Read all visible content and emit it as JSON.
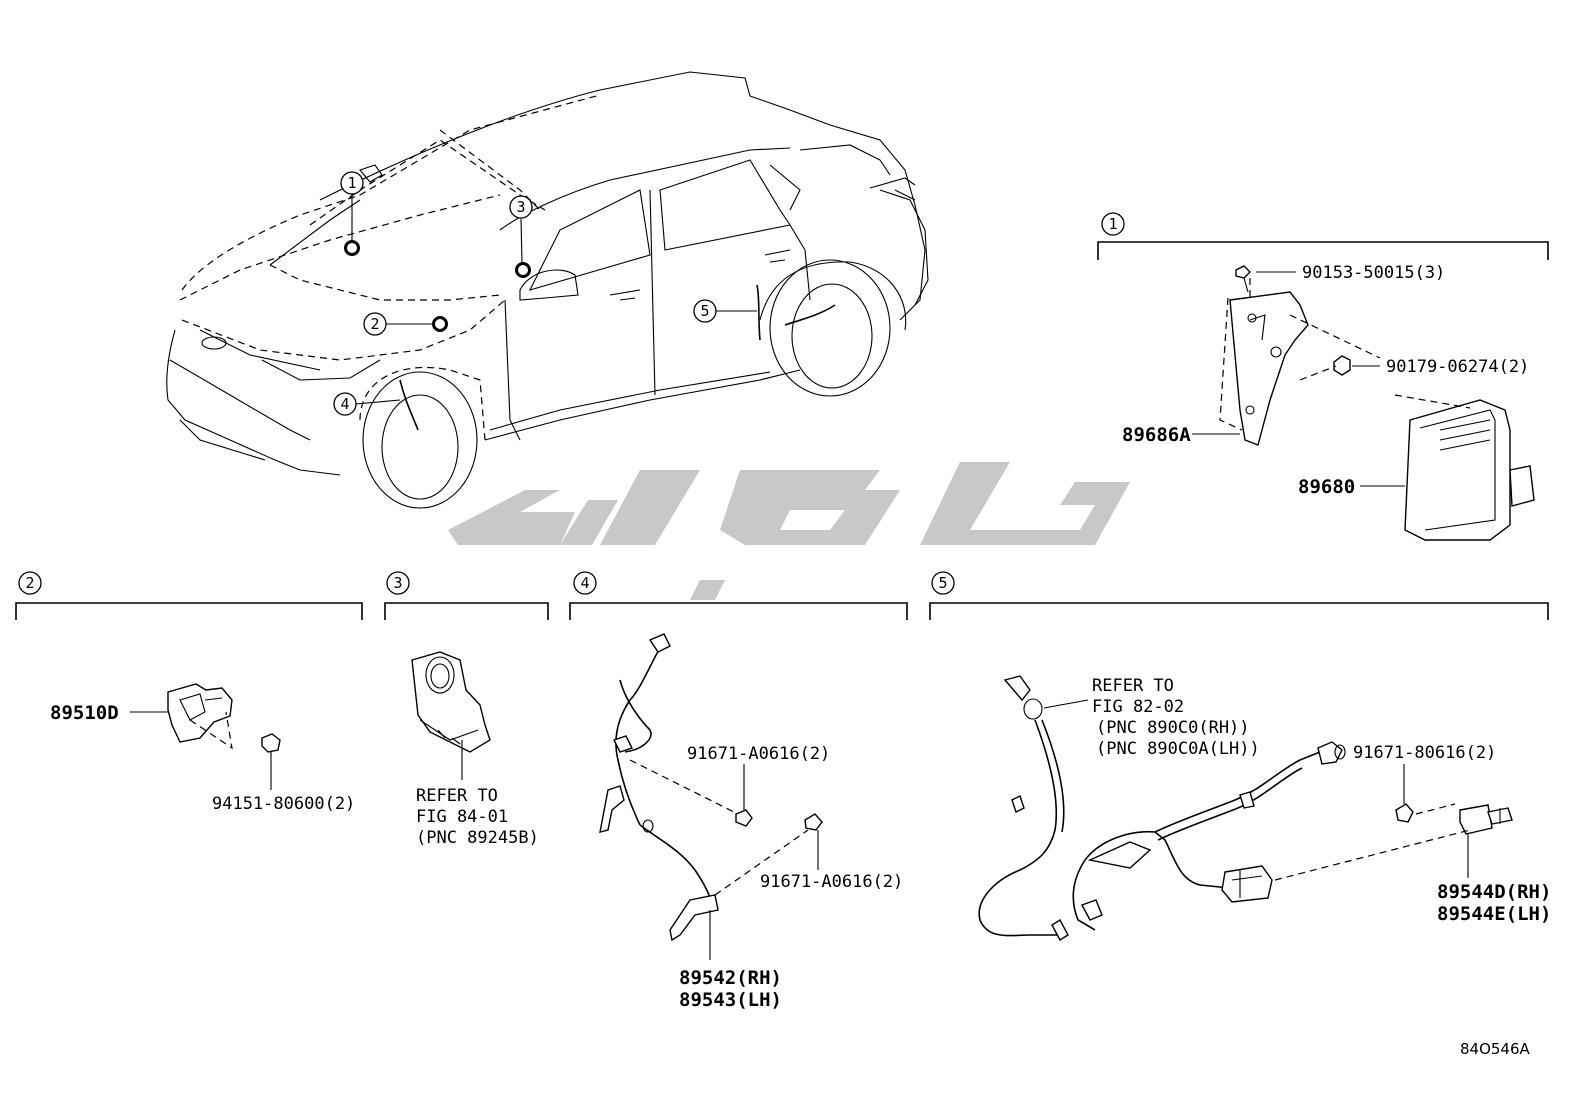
{
  "watermark_color": "#c8c8c8",
  "diagram_id": "84O546A",
  "callouts_on_car": [
    "1",
    "2",
    "3",
    "4",
    "5"
  ],
  "groups": {
    "g1": {
      "number": "1",
      "parts": [
        "90153-50015(3)",
        "90179-06274(2)",
        "89686A",
        "89680"
      ]
    },
    "g2": {
      "number": "2",
      "parts": [
        "89510D",
        "94151-80600(2)"
      ]
    },
    "g3": {
      "number": "3",
      "refer": [
        "REFER TO",
        "FIG 84-01",
        "(PNC 89245B)"
      ]
    },
    "g4": {
      "number": "4",
      "parts": [
        "91671-A0616(2)",
        "91671-A0616(2)",
        "89542(RH)",
        "89543(LH)"
      ]
    },
    "g5": {
      "number": "5",
      "refer": [
        "REFER TO",
        "FIG 82-02",
        "(PNC 890C0(RH))",
        "(PNC 890C0A(LH))"
      ],
      "parts": [
        "91671-80616(2)",
        "89544D(RH)",
        "89544E(LH)"
      ]
    }
  }
}
